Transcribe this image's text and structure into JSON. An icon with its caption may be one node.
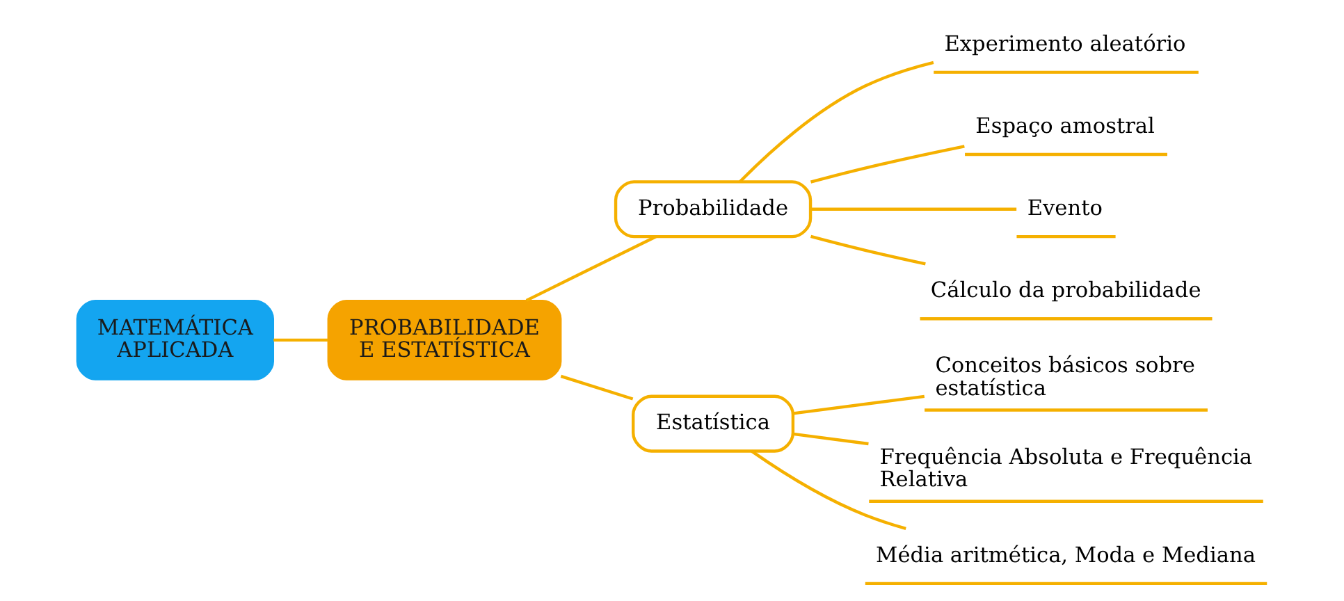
{
  "diagram": {
    "nodes": [
      {
        "text": [
          "MATEMÁTICA APLICADA"
        ]
      },
      {
        "text": [
          "PROBABILIDADE E ESTATÍSTICA"
        ]
      },
      {
        "text": [
          "Probabilidade"
        ]
      },
      {
        "text": [
          "Estatística"
        ]
      },
      {
        "text": [
          "Experimento aleatório"
        ]
      },
      {
        "text": [
          "Espaço amostral"
        ]
      },
      {
        "text": [
          "Evento"
        ]
      },
      {
        "text": [
          "Cálculo da probabilidade"
        ]
      },
      {
        "text": [
          "Conceitos básicos sobre estatística"
        ]
      },
      {
        "text": [
          "Frequência Absoluta e Frequência Relativa"
        ]
      },
      {
        "text": [
          "Média aritmética, Moda e Mediana"
        ]
      }
    ],
    "edges": [
      {
        "from": 0,
        "to": 1,
        "arrow": "none"
      },
      {
        "from": 1,
        "to": 2,
        "arrow": "none"
      },
      {
        "from": 1,
        "to": 3,
        "arrow": "none"
      },
      {
        "from": 2,
        "to": 4,
        "arrow": "none"
      },
      {
        "from": 2,
        "to": 5,
        "arrow": "none"
      },
      {
        "from": 2,
        "to": 6,
        "arrow": "none"
      },
      {
        "from": 2,
        "to": 7,
        "arrow": "none"
      },
      {
        "from": 3,
        "to": 8,
        "arrow": "none"
      },
      {
        "from": 3,
        "to": 9,
        "arrow": "none"
      },
      {
        "from": 3,
        "to": 10,
        "arrow": "none"
      }
    ]
  }
}
